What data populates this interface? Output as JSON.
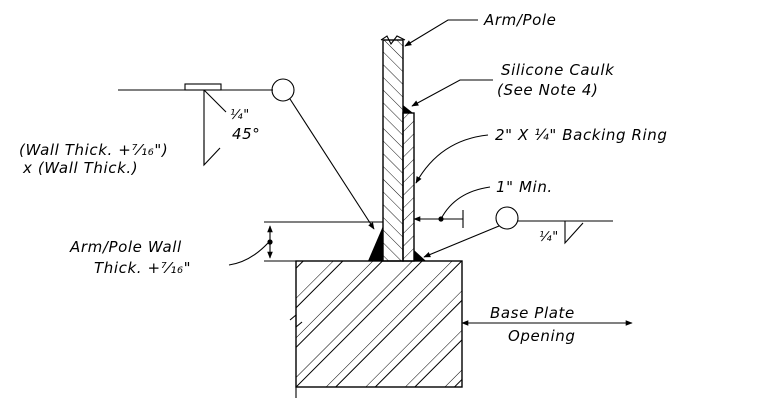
{
  "labels": {
    "arm_pole": "Arm/Pole",
    "caulk_line1": "Silicone Caulk",
    "caulk_line2": "(See Note 4)",
    "backing_ring": "2\" X ¼\" Backing Ring",
    "min_gap": "1\" Min.",
    "wall_thick_line1": "Arm/Pole Wall",
    "wall_thick_line2": "Thick. +⁷⁄₁₆\"",
    "weld_left_line1": "(Wall Thick. +⁷⁄₁₆\")",
    "weld_left_line2": "x (Wall Thick.)",
    "weld_left_size": "¼\"",
    "weld_left_angle": "45°",
    "weld_right_size": "¼\"",
    "base_plate_line1": "Base Plate",
    "base_plate_line2": "Opening"
  },
  "colors": {
    "ink": "#000000",
    "background": "#ffffff"
  }
}
